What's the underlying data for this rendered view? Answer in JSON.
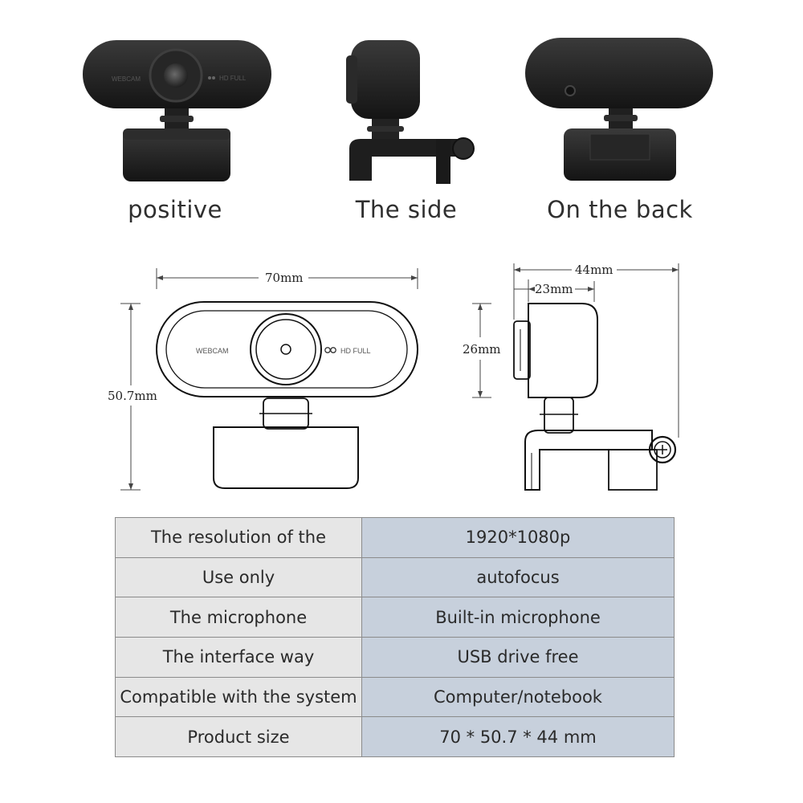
{
  "views": {
    "front_label": "positive",
    "side_label": "The side",
    "back_label": "On the back"
  },
  "camera_text": {
    "brand": "WEBCAM",
    "badge": "HD FULL",
    "badge_icon": "infinity-icon"
  },
  "dimensions": {
    "width": "70mm",
    "height": "50.7mm",
    "depth": "44mm",
    "depth_inner": "23mm",
    "body_height": "26mm"
  },
  "specs": [
    {
      "label": "The resolution of the",
      "value": "1920*1080p"
    },
    {
      "label": "Use only",
      "value": "autofocus"
    },
    {
      "label": "The microphone",
      "value": "Built-in microphone"
    },
    {
      "label": "The interface way",
      "value": "USB drive free"
    },
    {
      "label": "Compatible with the system",
      "value": "Computer/notebook"
    },
    {
      "label": "Product size",
      "value": "70 * 50.7 * 44 mm"
    }
  ],
  "colors": {
    "spec_label_bg": "#e6e6e6",
    "spec_value_bg": "#c7d0dc",
    "camera_body": "#1f1f1f"
  }
}
